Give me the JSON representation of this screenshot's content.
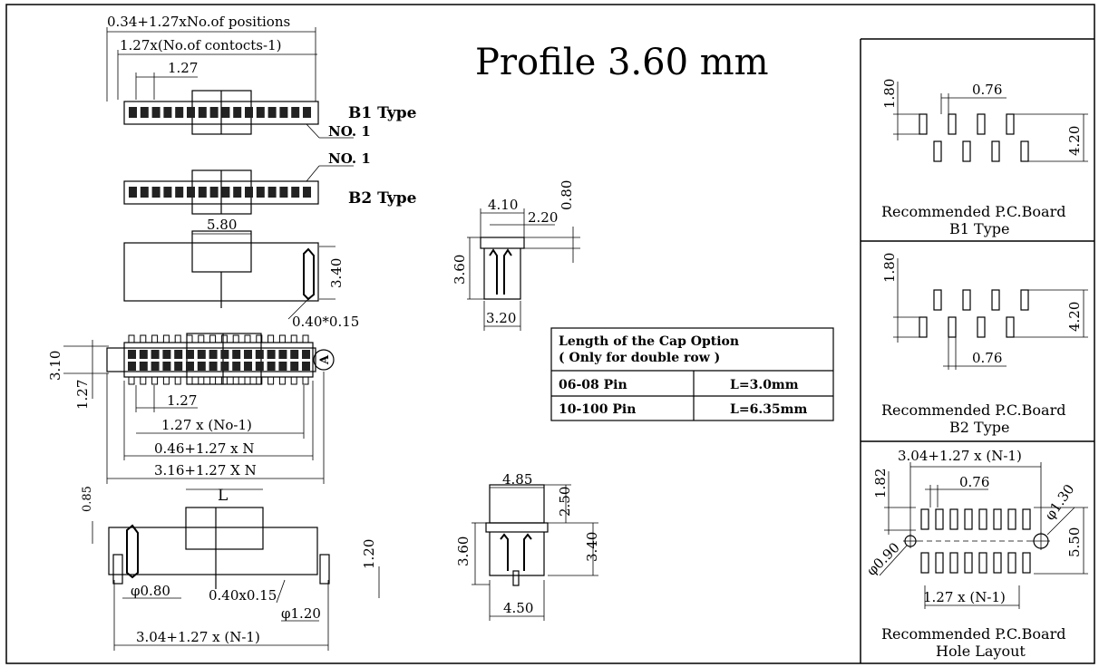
{
  "title": "Profile 3.60 mm",
  "b1": {
    "dim_total": "0.34+1.27xNo.of positions",
    "dim_contacts": "1.27x(No.of contocts-1)",
    "dim_pitch": "1.27",
    "type_label": "B1 Type",
    "no1": "NO. 1"
  },
  "b2": {
    "no1": "NO. 1",
    "type_label": "B2 Type"
  },
  "body_view": {
    "dim_width": "5.80",
    "dim_height": "3.40",
    "dim_cham": "0.40*0.15"
  },
  "top_view": {
    "dim_310": "3.10",
    "dim_127v": "1.27",
    "dim_127": "1.27",
    "dim_no1": "1.27 x (No-1)",
    "dim_046": "0.46+1.27 x N",
    "dim_316": "3.16+1.27 X N",
    "marker": "A"
  },
  "bottom_view": {
    "dim_085": "0.85",
    "dim_L": "L",
    "dim_120v": "1.20",
    "dim_080": "φ0.80",
    "dim_040": "0.40x0.15",
    "dim_120": "φ1.20",
    "dim_304": "3.04+1.27 x (N-1)"
  },
  "side1": {
    "dim_410": "4.10",
    "dim_220": "2.20",
    "dim_080": "0.80",
    "dim_360": "3.60",
    "dim_320": "3.20"
  },
  "side2": {
    "dim_485": "4.85",
    "dim_250": "2.50",
    "dim_360": "3.60",
    "dim_340": "3.40",
    "dim_450": "4.50"
  },
  "cap_table": {
    "heading_1": "Length of the Cap Option",
    "heading_2": "( Only for double row )",
    "rows": [
      {
        "pins": "06-08 Pin",
        "length": "L=3.0mm"
      },
      {
        "pins": "10-100 Pin",
        "length": "L=6.35mm"
      }
    ]
  },
  "pcb_b1": {
    "dim_180": "1.80",
    "dim_076": "0.76",
    "dim_420": "4.20",
    "caption_1": "Recommended P.C.Board",
    "caption_2": "B1 Type"
  },
  "pcb_b2": {
    "dim_180": "1.80",
    "dim_420": "4.20",
    "dim_076": "0.76",
    "caption_1": "Recommended P.C.Board",
    "caption_2": "B2 Type"
  },
  "pcb_hole": {
    "dim_304": "3.04+1.27 x (N-1)",
    "dim_182": "1.82",
    "dim_076": "0.76",
    "dim_130": "φ1.30",
    "dim_550": "5.50",
    "dim_090": "φ0.90",
    "dim_127": "1.27 x (N-1)",
    "caption_1": "Recommended P.C.Board",
    "caption_2": "Hole Layout"
  }
}
